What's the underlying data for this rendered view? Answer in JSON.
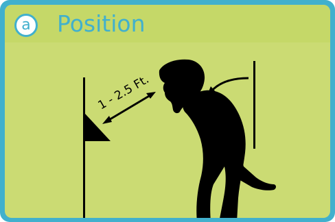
{
  "header": {
    "badge_letter": "a",
    "title": "Position"
  },
  "diagram": {
    "distance_label": "1 - 2.5 Ft."
  },
  "colors": {
    "frame": "#41b0cd",
    "panel": "#cbdb73",
    "silhouette": "#000000",
    "badge_background": "#ffffff"
  },
  "icons": [
    "flag-icon",
    "person-silhouette-icon",
    "arrow-icon"
  ]
}
